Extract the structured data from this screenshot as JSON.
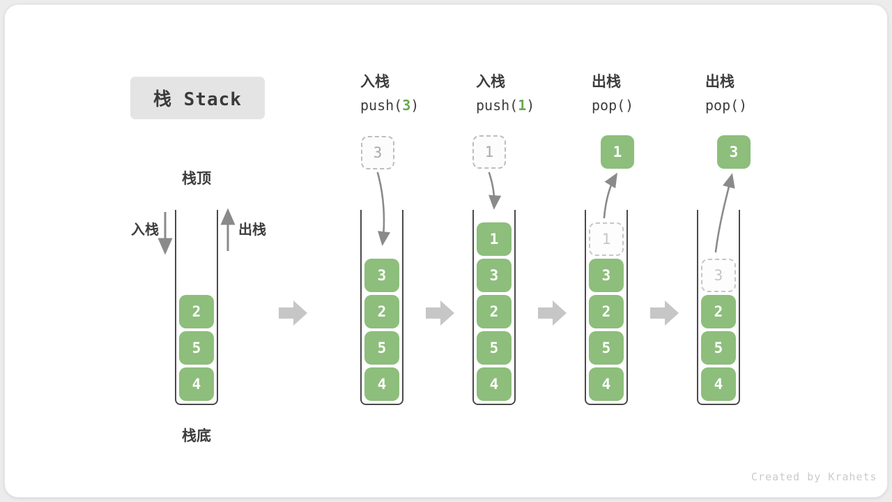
{
  "page": {
    "credit": "Created by Krahets"
  },
  "title": "栈 Stack",
  "legend": {
    "stack_top": "栈顶",
    "stack_bottom": "栈底",
    "push_side": "入栈",
    "pop_side": "出栈"
  },
  "colors": {
    "item_green": "#8dbe7c",
    "code_arg_green": "#69a84f",
    "flow_arrow_gray": "#8a8a8a",
    "step_arrow_gray": "#c6c6c6",
    "dashed_border_gray": "#bdbdbd",
    "title_box_bg": "#e4e4e4",
    "text_dark": "#3d3d3d"
  },
  "operations": [
    {
      "action": "入栈",
      "code_prefix": "push(",
      "code_arg": "3",
      "code_suffix": ")",
      "floating": {
        "value": "3",
        "style": "dashed"
      }
    },
    {
      "action": "入栈",
      "code_prefix": "push(",
      "code_arg": "1",
      "code_suffix": ")",
      "floating": {
        "value": "1",
        "style": "dashed"
      }
    },
    {
      "action": "出栈",
      "code_prefix": "pop()",
      "code_arg": "",
      "code_suffix": "",
      "floating": {
        "value": "1",
        "style": "solid"
      }
    },
    {
      "action": "出栈",
      "code_prefix": "pop()",
      "code_arg": "",
      "code_suffix": "",
      "floating": {
        "value": "3",
        "style": "solid"
      }
    }
  ],
  "stacks": [
    {
      "items": [
        {
          "value": "2"
        },
        {
          "value": "5"
        },
        {
          "value": "4"
        }
      ]
    },
    {
      "items": [
        {
          "value": "3"
        },
        {
          "value": "2"
        },
        {
          "value": "5"
        },
        {
          "value": "4"
        }
      ]
    },
    {
      "items": [
        {
          "value": "1"
        },
        {
          "value": "3"
        },
        {
          "value": "2"
        },
        {
          "value": "5"
        },
        {
          "value": "4"
        }
      ]
    },
    {
      "items": [
        {
          "value": "1",
          "ghost": true
        },
        {
          "value": "3"
        },
        {
          "value": "2"
        },
        {
          "value": "5"
        },
        {
          "value": "4"
        }
      ]
    },
    {
      "items": [
        {
          "value": "3",
          "ghost": true
        },
        {
          "value": "2"
        },
        {
          "value": "5"
        },
        {
          "value": "4"
        }
      ]
    }
  ]
}
